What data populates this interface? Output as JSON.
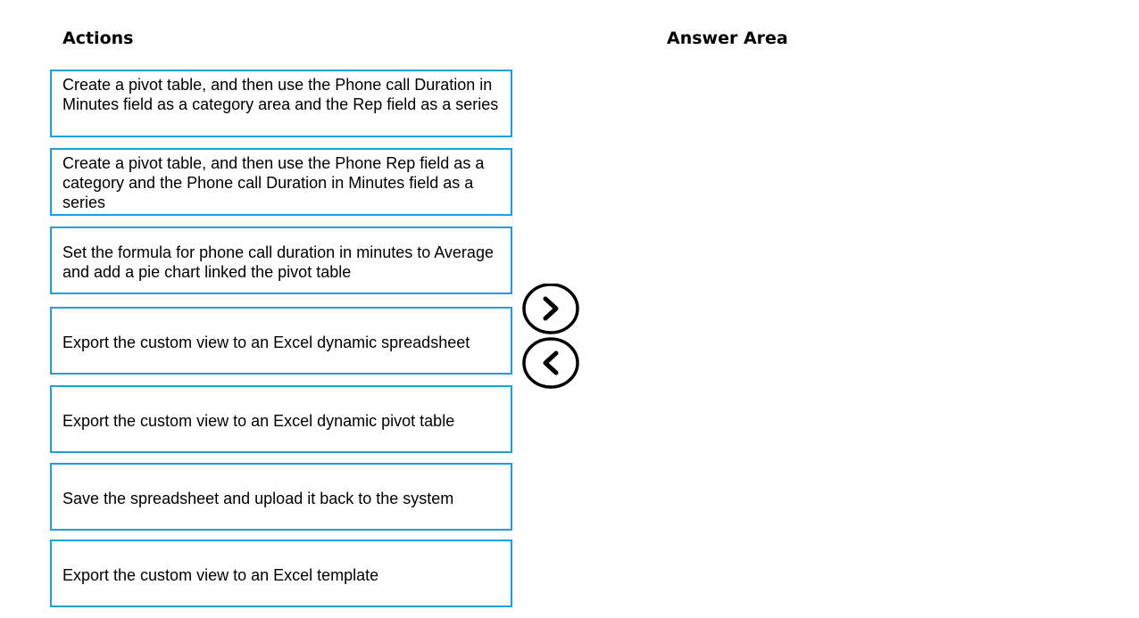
{
  "actions_heading": "Actions",
  "answer_heading": "Answer Area",
  "actions": [
    "Create a pivot table, and then use the Phone call Duration in Minutes field as a category area and the Rep field as a series",
    "Create a pivot table, and then use the Phone Rep field as a category and the Phone call Duration in Minutes field as a series",
    "Set the formula for phone call duration in minutes to Average and add a pie chart linked the pivot table",
    "Export the custom view to an Excel dynamic spreadsheet",
    "Export the custom view to an Excel dynamic pivot table",
    "Save the spreadsheet and upload it back to the system",
    "Export the custom view to an Excel template"
  ],
  "answer_items": [],
  "colors": {
    "item_border": "#1ba1e2",
    "text": "#000000"
  },
  "icons": {
    "move_right": "chevron-right-circle-icon",
    "move_left": "chevron-left-circle-icon"
  }
}
